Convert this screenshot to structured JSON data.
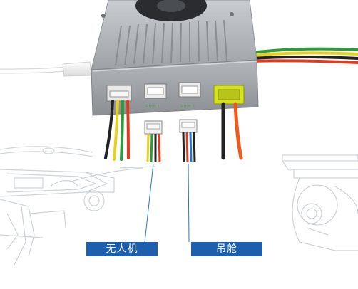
{
  "labels": {
    "drone": "无人机",
    "gimbal": "吊舱"
  },
  "ports": {
    "port1": "S.BUS 1",
    "port2": "S.BUS 2"
  },
  "colors": {
    "tag_background": "#1d5fae",
    "housing": "#a9adb2",
    "power_connector": "#d6e21a",
    "wire_red": "#e23a1f",
    "wire_black": "#222222",
    "wire_green": "#2f9a3a",
    "wire_yellow": "#e7d11a",
    "wire_orange": "#ef5a1c",
    "leader_line": "#2a73c8"
  }
}
